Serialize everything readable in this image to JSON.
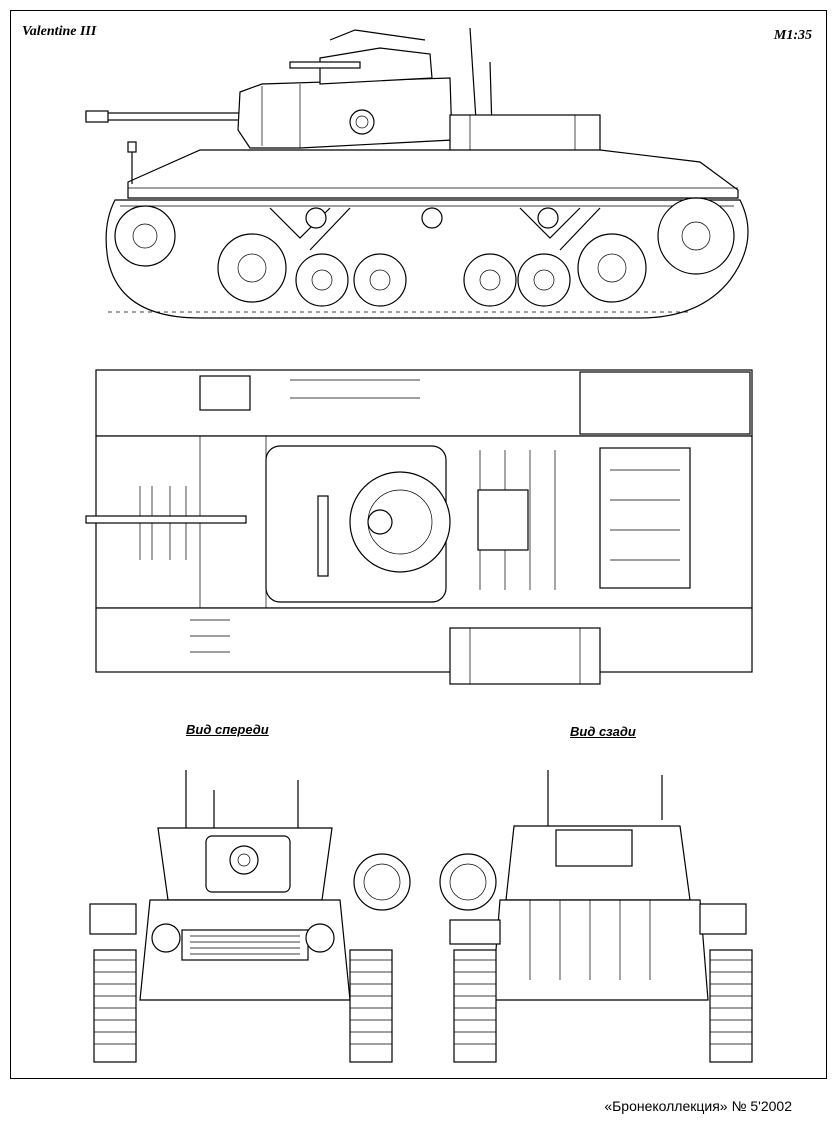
{
  "header": {
    "title": "Valentine III",
    "scale": "M1:35"
  },
  "views": {
    "front_caption": "Вид спереди",
    "rear_caption": "Вид сзади"
  },
  "footer": {
    "source": "«Бронеколлекция» № 5'2002"
  },
  "drawing": {
    "ink_color": "#000000",
    "paper_color": "#ffffff"
  }
}
